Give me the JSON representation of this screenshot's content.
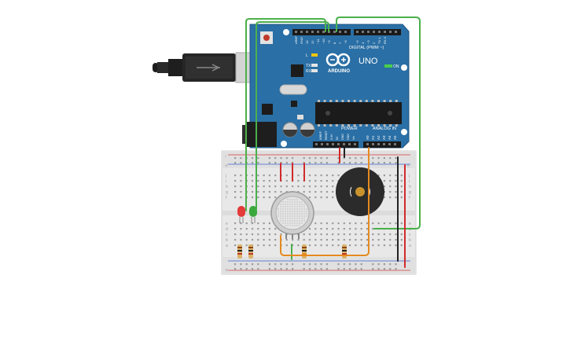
{
  "board": {
    "brand": "ARDUINO",
    "model": "UNO",
    "digital_label": "DIGITAL (PWM ~)",
    "power_label": "POWER",
    "analog_label": "ANALOG IN",
    "on_label": "ON",
    "tx_label": "TX",
    "rx_label": "RX",
    "l_label": "L",
    "digital_pins": [
      "AREF",
      "GND",
      "13",
      "12",
      "~11",
      "~10",
      "~9",
      "8",
      "7",
      "~6",
      "~5",
      "4",
      "~3",
      "2",
      "TX 1",
      "RX 0"
    ],
    "power_pins": [
      "IOREF",
      "RESET",
      "3.3V",
      "5V",
      "GND",
      "GND",
      "Vin"
    ],
    "analog_pins": [
      "A0",
      "A1",
      "A2",
      "A3",
      "A4",
      "A5"
    ]
  },
  "breadboard": {
    "row_letters_top": [
      "j",
      "i",
      "h",
      "g",
      "f"
    ],
    "row_letters_bottom": [
      "e",
      "d",
      "c",
      "b",
      "a"
    ],
    "rail_plus": "+",
    "rail_minus": "-"
  },
  "colors": {
    "board": "#2a6fa5",
    "wire_green": "#4bb04b",
    "wire_red": "#d22a2a",
    "wire_black": "#222222",
    "wire_orange": "#e58a1f",
    "led_red": "#e43a3a",
    "led_green": "#3aa83a",
    "buzzer": "#2b2b2b"
  }
}
